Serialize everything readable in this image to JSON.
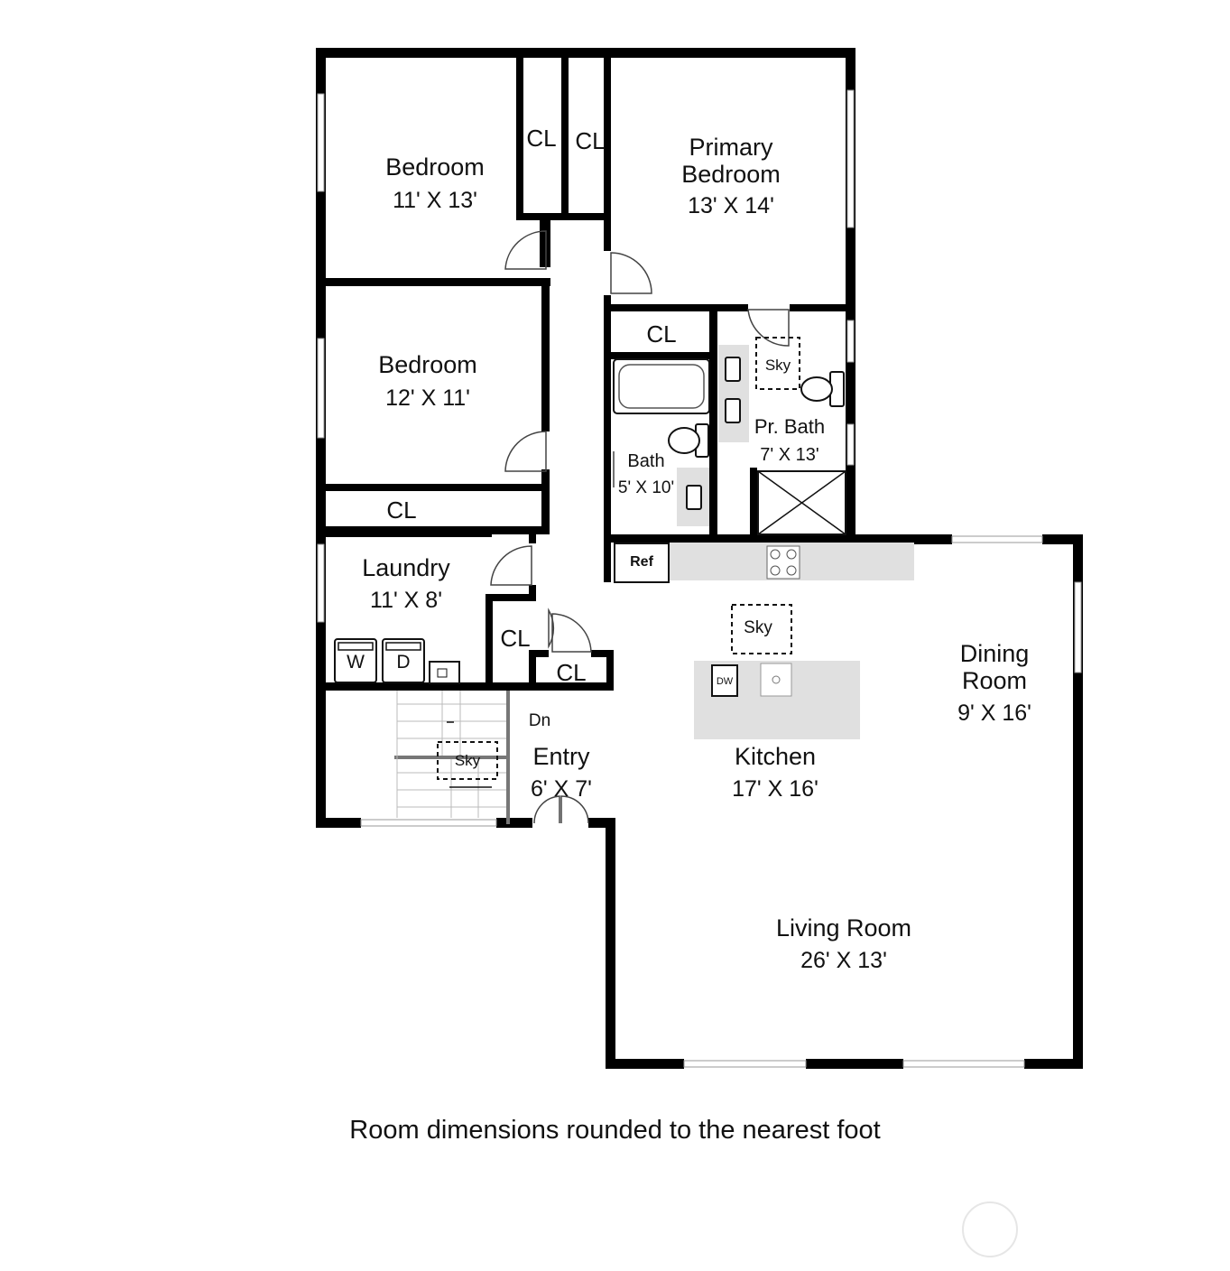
{
  "rooms": {
    "bedroom_1": {
      "name": "Bedroom",
      "size": "11' X 13'"
    },
    "primary_bedroom": {
      "name_line1": "Primary",
      "name_line2": "Bedroom",
      "size": "13' X 14'"
    },
    "bedroom_2": {
      "name": "Bedroom",
      "size": "12' X 11'"
    },
    "laundry": {
      "name": "Laundry",
      "size": "11' X 8'"
    },
    "bath": {
      "name": "Bath",
      "size": "5' X 10'"
    },
    "primary_bath": {
      "name": "Pr. Bath",
      "size": "7' X 13'"
    },
    "entry": {
      "name": "Entry",
      "size": "6' X 7'"
    },
    "kitchen": {
      "name": "Kitchen",
      "size": "17' X 16'"
    },
    "dining_room": {
      "name_line1": "Dining",
      "name_line2": "Room",
      "size": "9' X 16'"
    },
    "living_room": {
      "name": "Living Room",
      "size": "26' X 13'"
    }
  },
  "closets": {
    "cl_top_left": "CL",
    "cl_top_right": "CL",
    "cl_hall": "CL",
    "cl_bedroom_2": "CL",
    "cl_laundry": "CL",
    "cl_entry": "CL"
  },
  "fixtures": {
    "washer": "W",
    "dryer": "D",
    "refrigerator": "Ref",
    "dishwasher": "DW",
    "skylight_primary_bath": "Sky",
    "skylight_kitchen": "Sky",
    "skylight_stairs": "Sky",
    "stairs_down": "Dn"
  },
  "caption": "Room dimensions rounded to the nearest foot"
}
